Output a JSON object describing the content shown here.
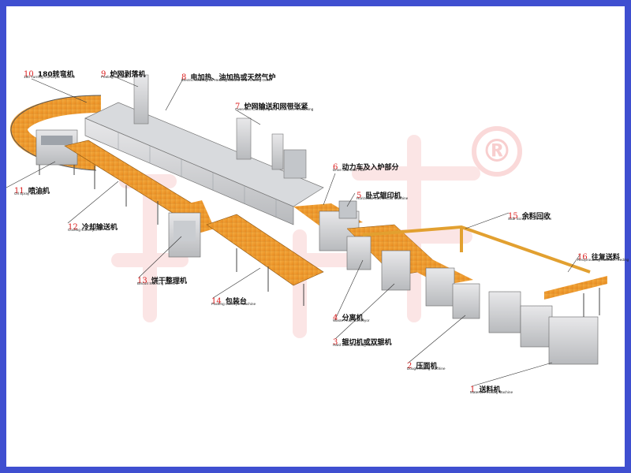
{
  "watermark": {
    "registered_mark": "®",
    "color": "#f2a0a0"
  },
  "frame_color": "#3f4fd0",
  "labels": {
    "l10": {
      "num": "10",
      "cn": "180转弯机",
      "en": "180 Turning Conveyor Machine"
    },
    "l9": {
      "num": "9",
      "cn": "炉网剥落机",
      "en": "Peeling Machine"
    },
    "l8": {
      "num": "8",
      "cn": "电加热、油加热或天然气炉",
      "en": "Electric Heating Oil Heating Natural and Heating Oven"
    },
    "l7": {
      "num": "7",
      "cn": "炉网输送和网带张紧",
      "en": "Oven Belt Conveying and Mesh Belt Tensioning"
    },
    "l6": {
      "num": "6",
      "cn": "动力车及入炉部分",
      "en": "Drive and Inlet Part"
    },
    "l5": {
      "num": "5",
      "cn": "卧式辊印机",
      "en": "Horizontal Soft Biscuit Machine"
    },
    "l4": {
      "num": "4",
      "cn": "分离机",
      "en": "Waste Flour Conveyor"
    },
    "l3": {
      "num": "3",
      "cn": "辊切机或双辊机",
      "en": "Hard Biscuit Making Machine"
    },
    "l2": {
      "num": "2",
      "cn": "压面机",
      "en": "Dough Rolling Machine"
    },
    "l1": {
      "num": "1",
      "cn": "送料机",
      "en": "Material Feeding Machine"
    },
    "l11": {
      "num": "11",
      "cn": "喷油机",
      "en": "Oil Spray Machine"
    },
    "l12": {
      "num": "12",
      "cn": "冷却输送机",
      "en": "Cooling Conveyor"
    },
    "l13": {
      "num": "13",
      "cn": "饼干整理机",
      "en": "Biscuit Stacking Machine"
    },
    "l14": {
      "num": "14",
      "cn": "包装台",
      "en": "Packing conveyor Machine"
    },
    "l15": {
      "num": "15",
      "cn": "余料回收",
      "en": "Side Scrap Return System"
    },
    "l16": {
      "num": "16",
      "cn": "往复送料",
      "en": "Reciprocating Material Feeding"
    }
  }
}
